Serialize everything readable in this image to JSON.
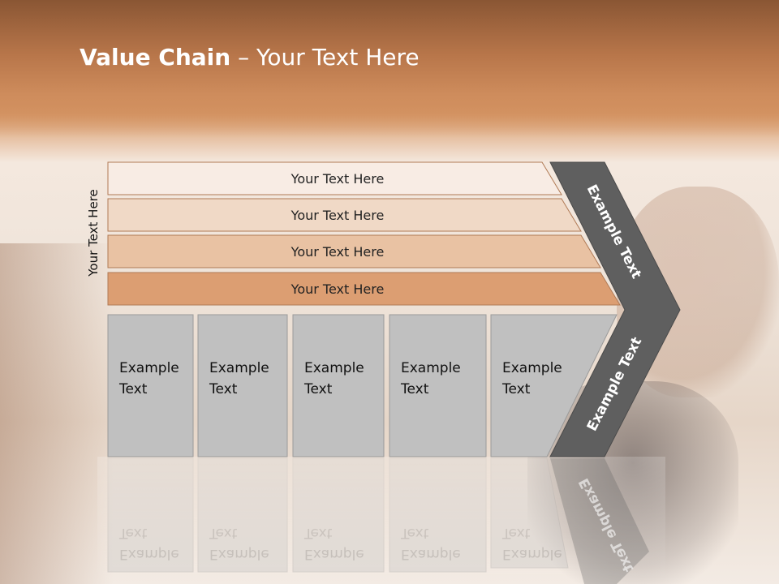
{
  "slide": {
    "title_bold": "Value Chain",
    "title_rest": " – Your Text Here",
    "side_label": "Your Text Here"
  },
  "bars": [
    {
      "label": "Your Text Here",
      "color": "#f8ece4"
    },
    {
      "label": "Your Text Here",
      "color": "#f0d9c6"
    },
    {
      "label": "Your Text Here",
      "color": "#e9c2a3"
    },
    {
      "label": "Your Text Here",
      "color": "#dc9e72"
    }
  ],
  "boxes": [
    {
      "line1": "Example",
      "line2": "Text"
    },
    {
      "line1": "Example",
      "line2": "Text"
    },
    {
      "line1": "Example",
      "line2": "Text"
    },
    {
      "line1": "Example",
      "line2": "Text"
    },
    {
      "line1": "Example",
      "line2": "Text"
    }
  ],
  "chevron": {
    "upper_text": "Example Text",
    "lower_text": "Example Text",
    "color": "#5f5f5f"
  },
  "colors": {
    "box_fill": "#c0c0c0",
    "box_stroke": "#9a9a9a",
    "bar_stroke": "#b07a55",
    "header": "#c17a48"
  }
}
